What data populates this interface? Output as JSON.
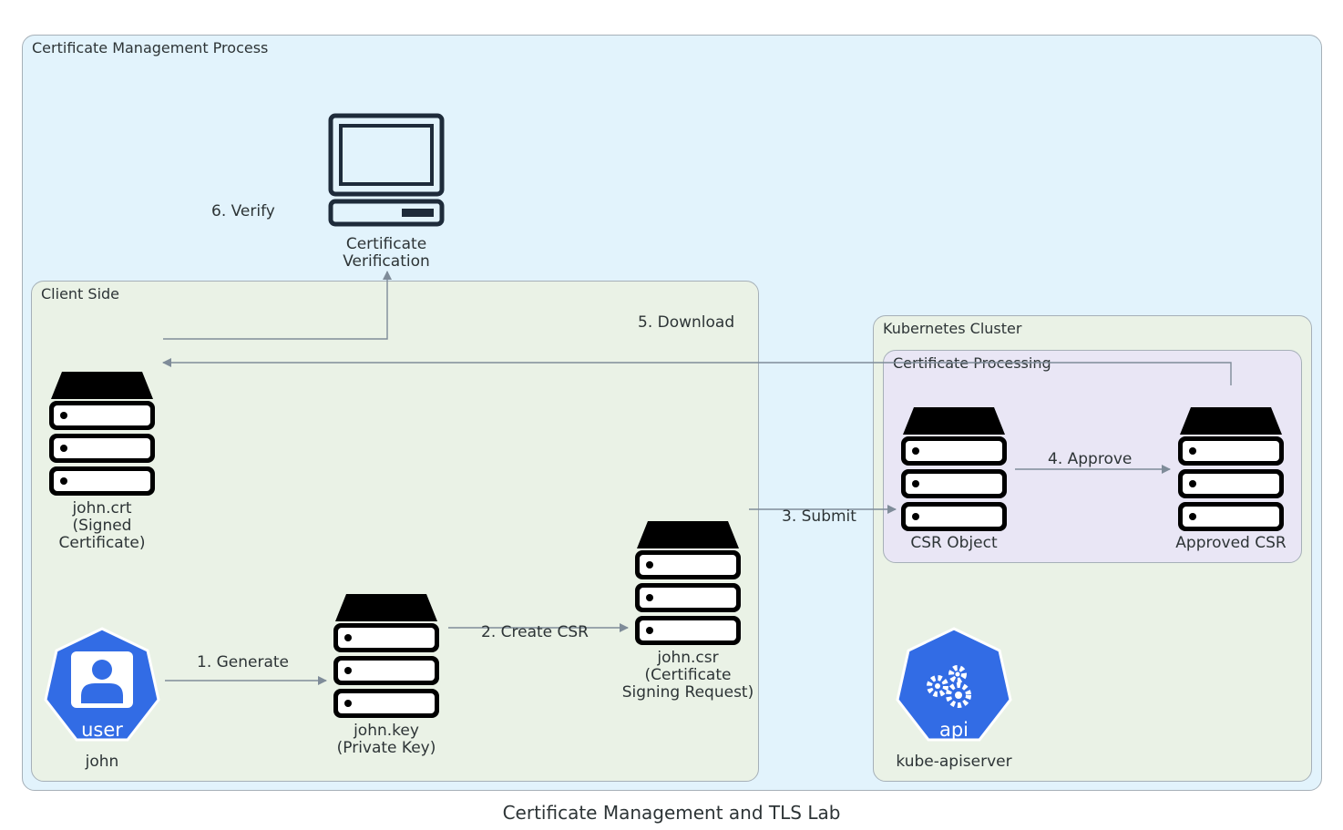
{
  "title": "Certificate Management and TLS Lab",
  "clusters": {
    "outer": "Certificate Management Process",
    "client": "Client Side",
    "k8s": "Kubernetes Cluster",
    "processing": "Certificate Processing"
  },
  "nodes": {
    "john": {
      "label": "john",
      "icon": "user-icon",
      "badge": "user"
    },
    "john_key": {
      "label": "john.key\n(Private Key)",
      "icon": "storage-icon"
    },
    "john_csr": {
      "label": "john.csr\n(Certificate\nSigning Request)",
      "icon": "storage-icon"
    },
    "john_crt": {
      "label": "john.crt\n(Signed\nCertificate)",
      "icon": "storage-icon"
    },
    "verify": {
      "label": "Certificate\nVerification",
      "icon": "laptop-icon"
    },
    "csr_object": {
      "label": "CSR Object",
      "icon": "storage-icon"
    },
    "approved_csr": {
      "label": "Approved CSR",
      "icon": "storage-icon"
    },
    "apiserver": {
      "label": "kube-apiserver",
      "icon": "kubernetes-api-icon",
      "badge": "api"
    }
  },
  "edges": [
    {
      "id": "generate",
      "label": "1. Generate"
    },
    {
      "id": "create_csr",
      "label": "2. Create CSR"
    },
    {
      "id": "submit",
      "label": "3. Submit"
    },
    {
      "id": "approve",
      "label": "4. Approve"
    },
    {
      "id": "download",
      "label": "5. Download"
    },
    {
      "id": "verify",
      "label": "6. Verify"
    }
  ],
  "colors": {
    "outer_fill": "#e2f3fc",
    "client_fill": "#eaf2e6",
    "processing_fill": "#e9e6f5",
    "edge": "#7f8c99",
    "k8s_blue": "#326ce5"
  }
}
